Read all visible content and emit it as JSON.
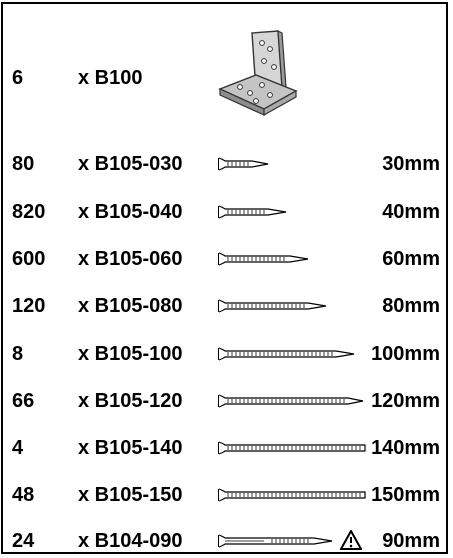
{
  "bracket": {
    "qty": "6",
    "code": "x B100",
    "image_icon": "angle-bracket-icon"
  },
  "screws": [
    {
      "qty": "80",
      "code": "x B105-030",
      "length": "30mm",
      "icon": "screw-30-icon"
    },
    {
      "qty": "820",
      "code": "x B105-040",
      "length": "40mm",
      "icon": "screw-40-icon"
    },
    {
      "qty": "600",
      "code": "x B105-060",
      "length": "60mm",
      "icon": "screw-60-icon"
    },
    {
      "qty": "120",
      "code": "x B105-080",
      "length": "80mm",
      "icon": "screw-80-icon"
    },
    {
      "qty": "8",
      "code": "x B105-100",
      "length": "100mm",
      "icon": "screw-100-icon"
    },
    {
      "qty": "66",
      "code": "x B105-120",
      "length": "120mm",
      "icon": "screw-120-icon"
    },
    {
      "qty": "4",
      "code": "x B105-140",
      "length": "140mm",
      "icon": "screw-140-icon"
    },
    {
      "qty": "48",
      "code": "x B105-150",
      "length": "150mm",
      "icon": "screw-150-icon"
    },
    {
      "qty": "24",
      "code": "x B104-090",
      "length": "90mm",
      "icon": "partial-thread-screw-icon",
      "warning_icon": "warning-triangle-icon"
    }
  ],
  "colors": {
    "text": "#000000",
    "border": "#000000",
    "bracket_fill": "#c8c8c8"
  }
}
